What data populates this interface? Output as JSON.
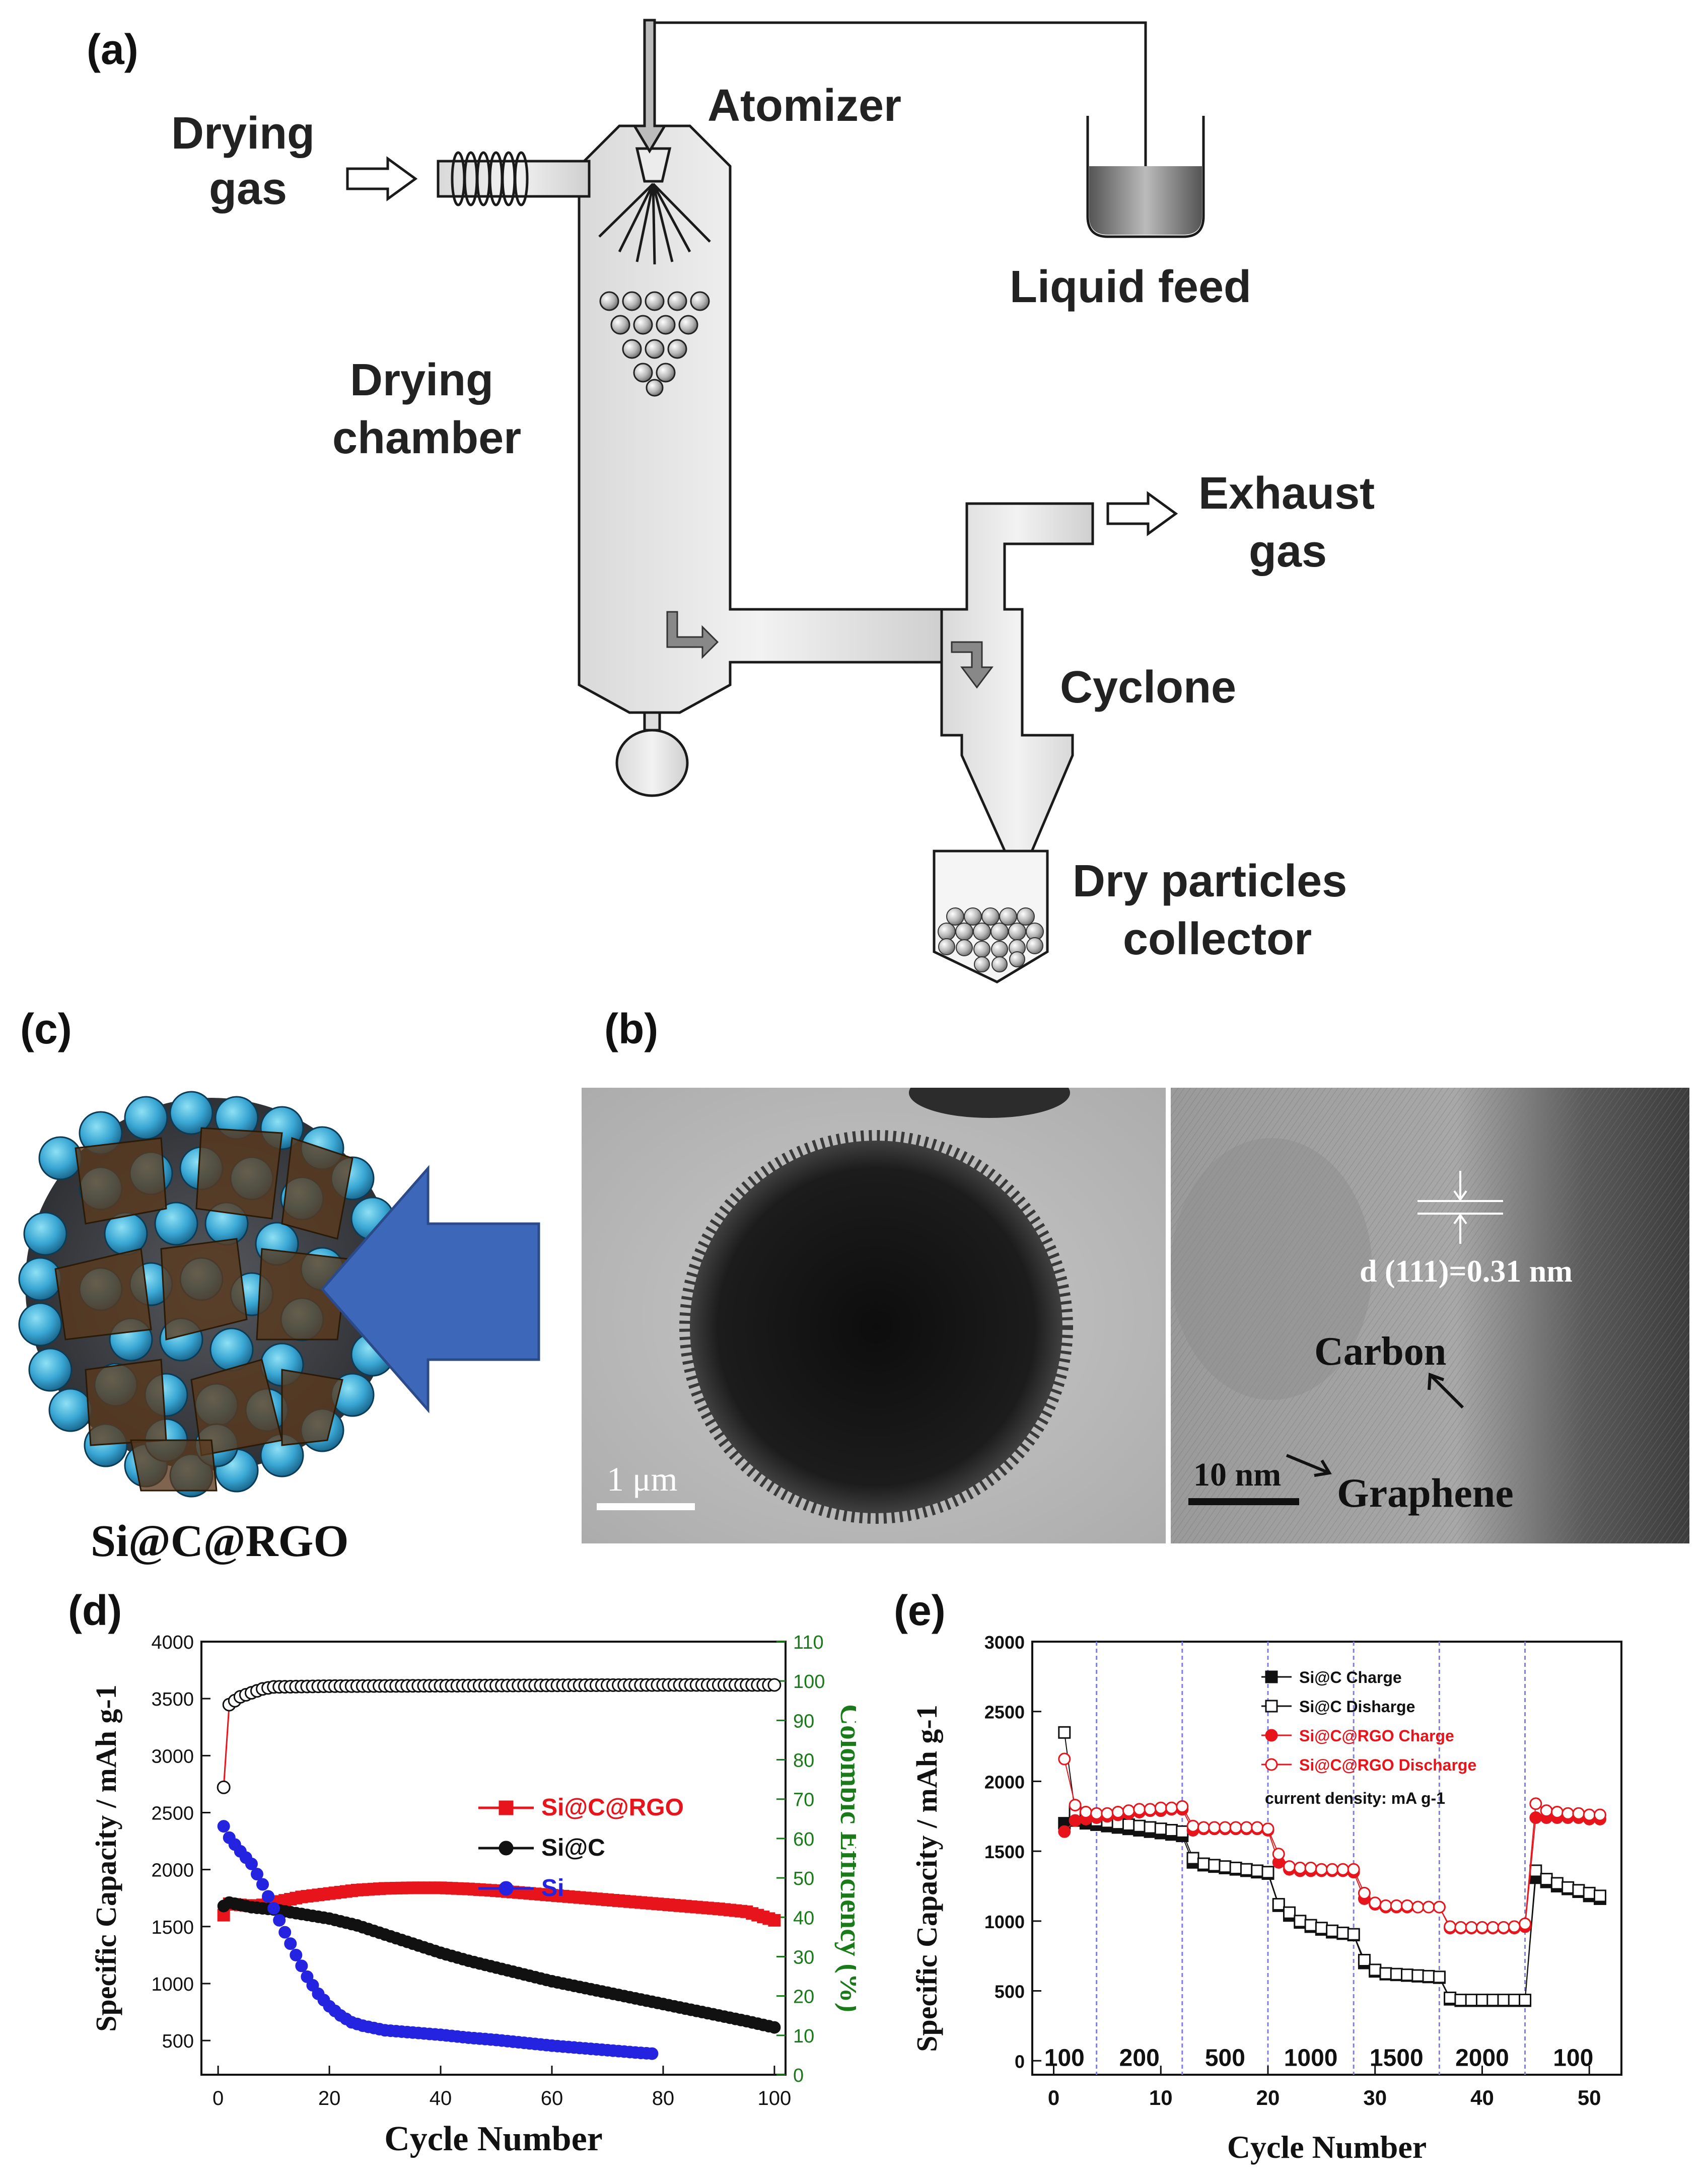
{
  "panel_a": {
    "label": "(a)",
    "drying_gas": [
      "Drying",
      "gas"
    ],
    "atomizer": "Atomizer",
    "liquid_feed": "Liquid feed",
    "drying_chamber": [
      "Drying",
      "chamber"
    ],
    "exhaust_gas": [
      "Exhaust",
      "gas"
    ],
    "cyclone": "Cyclone",
    "collector": [
      "Dry particles",
      "collector"
    ]
  },
  "panel_c": {
    "label": "(c)",
    "caption": "Si@C@RGO"
  },
  "panel_b": {
    "label": "(b)",
    "scale_left": "1 μm",
    "scale_right": "10 nm",
    "d_spacing": "d (111)=0.31 nm",
    "carbon": "Carbon",
    "graphene": "Graphene"
  },
  "colors": {
    "red": "#e8141c",
    "black": "#111111",
    "blue": "#2323e0",
    "green": "#1a7a1a",
    "grid": "#7f7fdc"
  },
  "chart_data": [
    {
      "id": "d",
      "label": "(d)",
      "type": "scatter",
      "xlabel": "Cycle Number",
      "ylabel": "Specific Capacity / mAh g-1",
      "y2label": "Colombic Efficiency (%)",
      "xlim": [
        -3,
        102
      ],
      "ylim": [
        200,
        4000
      ],
      "y2lim": [
        0,
        110
      ],
      "xticks": [
        0,
        20,
        40,
        60,
        80,
        100
      ],
      "yticks": [
        500,
        1000,
        1500,
        2000,
        2500,
        3000,
        3500,
        4000
      ],
      "y2ticks": [
        0,
        10,
        20,
        30,
        40,
        50,
        60,
        70,
        80,
        90,
        100,
        110
      ],
      "legend_position": "center-right",
      "series": [
        {
          "name": "Si@C@RGO",
          "color": "#e8141c",
          "marker": "square",
          "axis": "left",
          "x": [
            1,
            2,
            4,
            6,
            8,
            10,
            15,
            20,
            25,
            30,
            35,
            40,
            45,
            50,
            55,
            60,
            65,
            70,
            75,
            80,
            85,
            90,
            95,
            100
          ],
          "y": [
            1600,
            1700,
            1690,
            1680,
            1690,
            1710,
            1760,
            1790,
            1820,
            1835,
            1840,
            1840,
            1830,
            1815,
            1795,
            1775,
            1755,
            1735,
            1715,
            1695,
            1675,
            1655,
            1630,
            1555
          ]
        },
        {
          "name": "Si@C",
          "color": "#111111",
          "marker": "circle",
          "axis": "left",
          "x": [
            1,
            2,
            4,
            6,
            8,
            10,
            15,
            20,
            25,
            30,
            35,
            40,
            45,
            50,
            55,
            60,
            65,
            70,
            75,
            80,
            85,
            90,
            95,
            100
          ],
          "y": [
            1680,
            1710,
            1690,
            1670,
            1660,
            1650,
            1610,
            1570,
            1510,
            1430,
            1350,
            1270,
            1200,
            1140,
            1080,
            1020,
            970,
            920,
            870,
            820,
            770,
            720,
            670,
            615
          ]
        },
        {
          "name": "Si",
          "color": "#2323e0",
          "marker": "circle",
          "axis": "left",
          "x": [
            1,
            2,
            4,
            6,
            8,
            10,
            12,
            14,
            16,
            18,
            20,
            22,
            24,
            26,
            28,
            30,
            35,
            40,
            45,
            50,
            55,
            60,
            65,
            70,
            75,
            78
          ],
          "y": [
            2380,
            2280,
            2160,
            2050,
            1870,
            1660,
            1450,
            1250,
            1060,
            910,
            800,
            720,
            660,
            630,
            610,
            590,
            570,
            550,
            525,
            505,
            480,
            455,
            435,
            415,
            395,
            385
          ]
        },
        {
          "name": "Colombic Efficiency",
          "color": "#111111",
          "marker": "open-circle",
          "axis": "right",
          "x": [
            1,
            2,
            3,
            4,
            6,
            8,
            10,
            20,
            40,
            60,
            80,
            100
          ],
          "y": [
            73,
            94,
            95,
            96,
            97,
            98,
            98.5,
            98.7,
            98.8,
            98.9,
            99,
            99
          ]
        }
      ]
    },
    {
      "id": "e",
      "label": "(e)",
      "type": "scatter",
      "xlabel": "Cycle Number",
      "ylabel": "Specific Capacity / mAh g-1",
      "xlim": [
        -2,
        53
      ],
      "ylim": [
        -100,
        3000
      ],
      "xticks": [
        0,
        10,
        20,
        30,
        40,
        50
      ],
      "yticks": [
        0,
        500,
        1000,
        1500,
        2000,
        2500,
        3000
      ],
      "legend_position": "top-center",
      "annotation": "current density: mA g-1",
      "rate_labels": [
        "100",
        "200",
        "500",
        "1000",
        "1500",
        "2000",
        "100"
      ],
      "rate_bounds": [
        4,
        12,
        20,
        28,
        36,
        44
      ],
      "series": [
        {
          "name": "Si@C Charge",
          "color": "#111111",
          "marker": "square",
          "y": [
            1700,
            1720,
            1700,
            1690,
            1680,
            1670,
            1660,
            1650,
            1640,
            1630,
            1620,
            1610,
            1420,
            1400,
            1390,
            1380,
            1370,
            1360,
            1350,
            1340,
            1110,
            1040,
            990,
            960,
            940,
            920,
            910,
            900,
            700,
            640,
            620,
            615,
            610,
            605,
            600,
            595,
            440,
            430,
            430,
            430,
            430,
            430,
            430,
            430,
            1310,
            1280,
            1250,
            1230,
            1210,
            1180,
            1160
          ]
        },
        {
          "name": "Si@C Disharge",
          "color": "#111111",
          "marker": "open-square",
          "y": [
            2350,
            1780,
            1740,
            1720,
            1710,
            1700,
            1690,
            1680,
            1670,
            1660,
            1650,
            1640,
            1450,
            1410,
            1400,
            1390,
            1380,
            1370,
            1360,
            1350,
            1120,
            1060,
            1000,
            970,
            950,
            930,
            915,
            905,
            720,
            650,
            625,
            620,
            615,
            610,
            605,
            600,
            450,
            435,
            435,
            435,
            435,
            435,
            435,
            435,
            1360,
            1300,
            1270,
            1240,
            1220,
            1200,
            1180
          ]
        },
        {
          "name": "Si@C@RGO Charge",
          "color": "#e8141c",
          "marker": "circle",
          "y": [
            1640,
            1720,
            1730,
            1740,
            1750,
            1760,
            1770,
            1780,
            1790,
            1790,
            1800,
            1800,
            1650,
            1660,
            1660,
            1660,
            1660,
            1660,
            1660,
            1650,
            1420,
            1370,
            1360,
            1360,
            1360,
            1360,
            1360,
            1350,
            1160,
            1120,
            1100,
            1100,
            1100,
            1100,
            1100,
            1100,
            950,
            950,
            950,
            950,
            950,
            950,
            950,
            960,
            1740,
            1740,
            1740,
            1740,
            1740,
            1730,
            1730
          ]
        },
        {
          "name": "Si@C@RGO Discharge",
          "color": "#e8141c",
          "marker": "open-circle",
          "y": [
            2160,
            1830,
            1780,
            1770,
            1770,
            1780,
            1790,
            1800,
            1800,
            1810,
            1810,
            1820,
            1680,
            1670,
            1670,
            1670,
            1670,
            1670,
            1670,
            1660,
            1480,
            1390,
            1380,
            1380,
            1370,
            1370,
            1370,
            1370,
            1200,
            1130,
            1110,
            1110,
            1110,
            1100,
            1100,
            1100,
            960,
            955,
            955,
            955,
            955,
            955,
            960,
            980,
            1840,
            1790,
            1780,
            1770,
            1770,
            1760,
            1760
          ]
        }
      ]
    }
  ]
}
